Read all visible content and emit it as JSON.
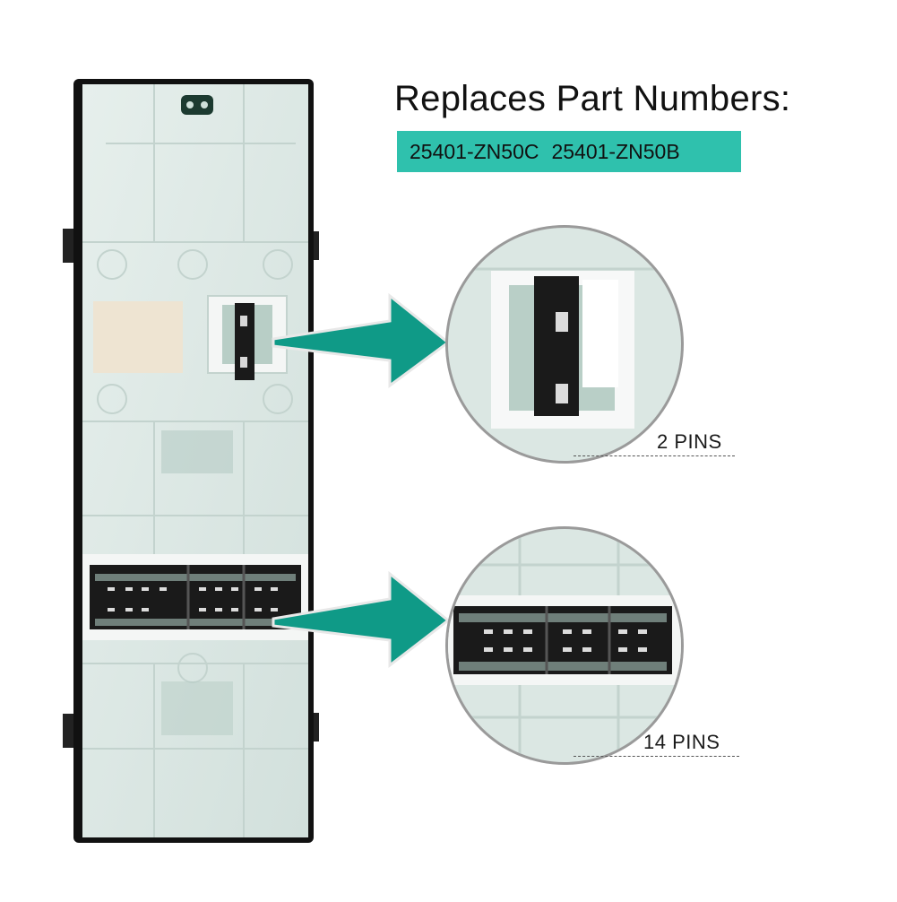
{
  "heading": "Replaces Part Numbers:",
  "part_numbers": [
    "25401-ZN50C",
    "25401-ZN50B"
  ],
  "callouts": [
    {
      "label": "2 PINS"
    },
    {
      "label": "14 PINS"
    }
  ],
  "colors": {
    "accent": "#2fc1ad",
    "arrow": "#0f9a87",
    "housing": "#dfe9e6",
    "housing_edge": "#111111",
    "connector": "#1b1b1b"
  }
}
